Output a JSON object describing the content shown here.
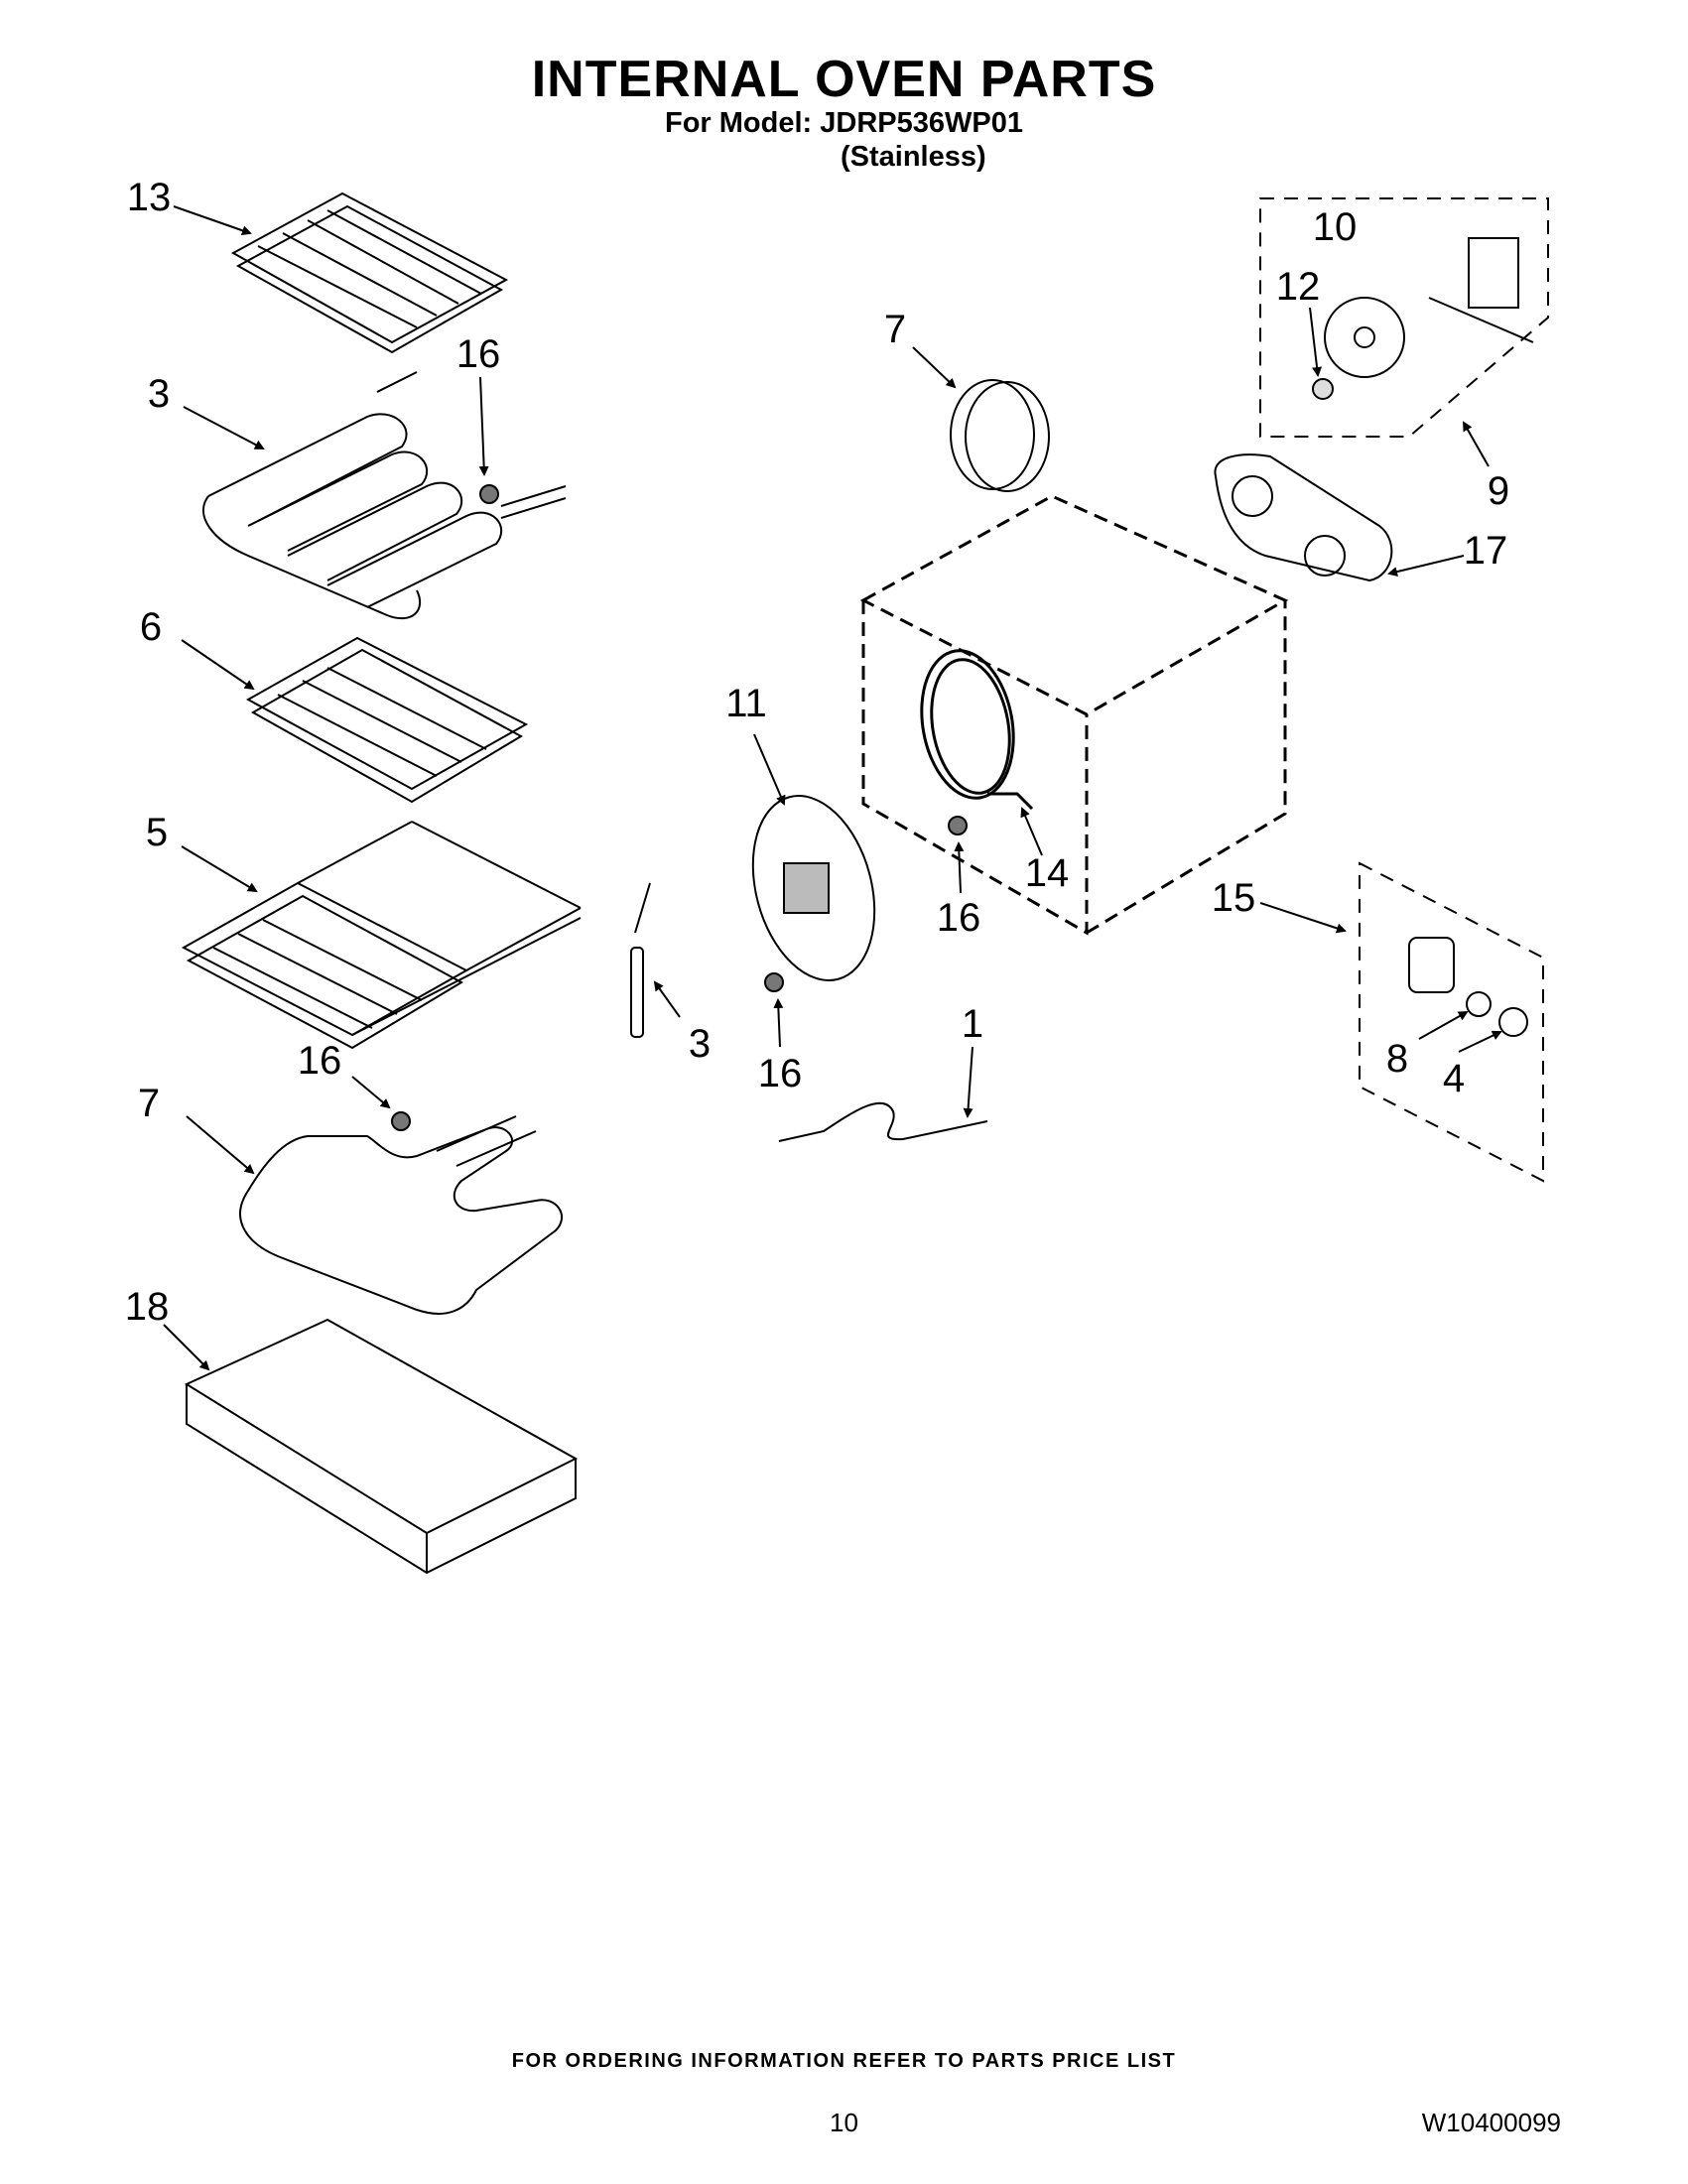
{
  "header": {
    "title": "INTERNAL OVEN PARTS",
    "model_line": "For Model: JDRP536WP01",
    "finish": "(Stainless)"
  },
  "callouts": {
    "c13": "13",
    "c3a": "3",
    "c16a": "16",
    "c6": "6",
    "c5": "5",
    "c16b": "16",
    "c7a": "7",
    "c18": "18",
    "c3b": "3",
    "c7b": "7",
    "c11": "11",
    "c14": "14",
    "c16c": "16",
    "c16d": "16",
    "c1": "1",
    "c10": "10",
    "c12": "12",
    "c9": "9",
    "c17": "17",
    "c15": "15",
    "c8": "8",
    "c4": "4"
  },
  "footer": {
    "ordering_note": "FOR ORDERING INFORMATION REFER TO PARTS PRICE LIST",
    "page_number": "10",
    "document_number": "W10400099"
  }
}
